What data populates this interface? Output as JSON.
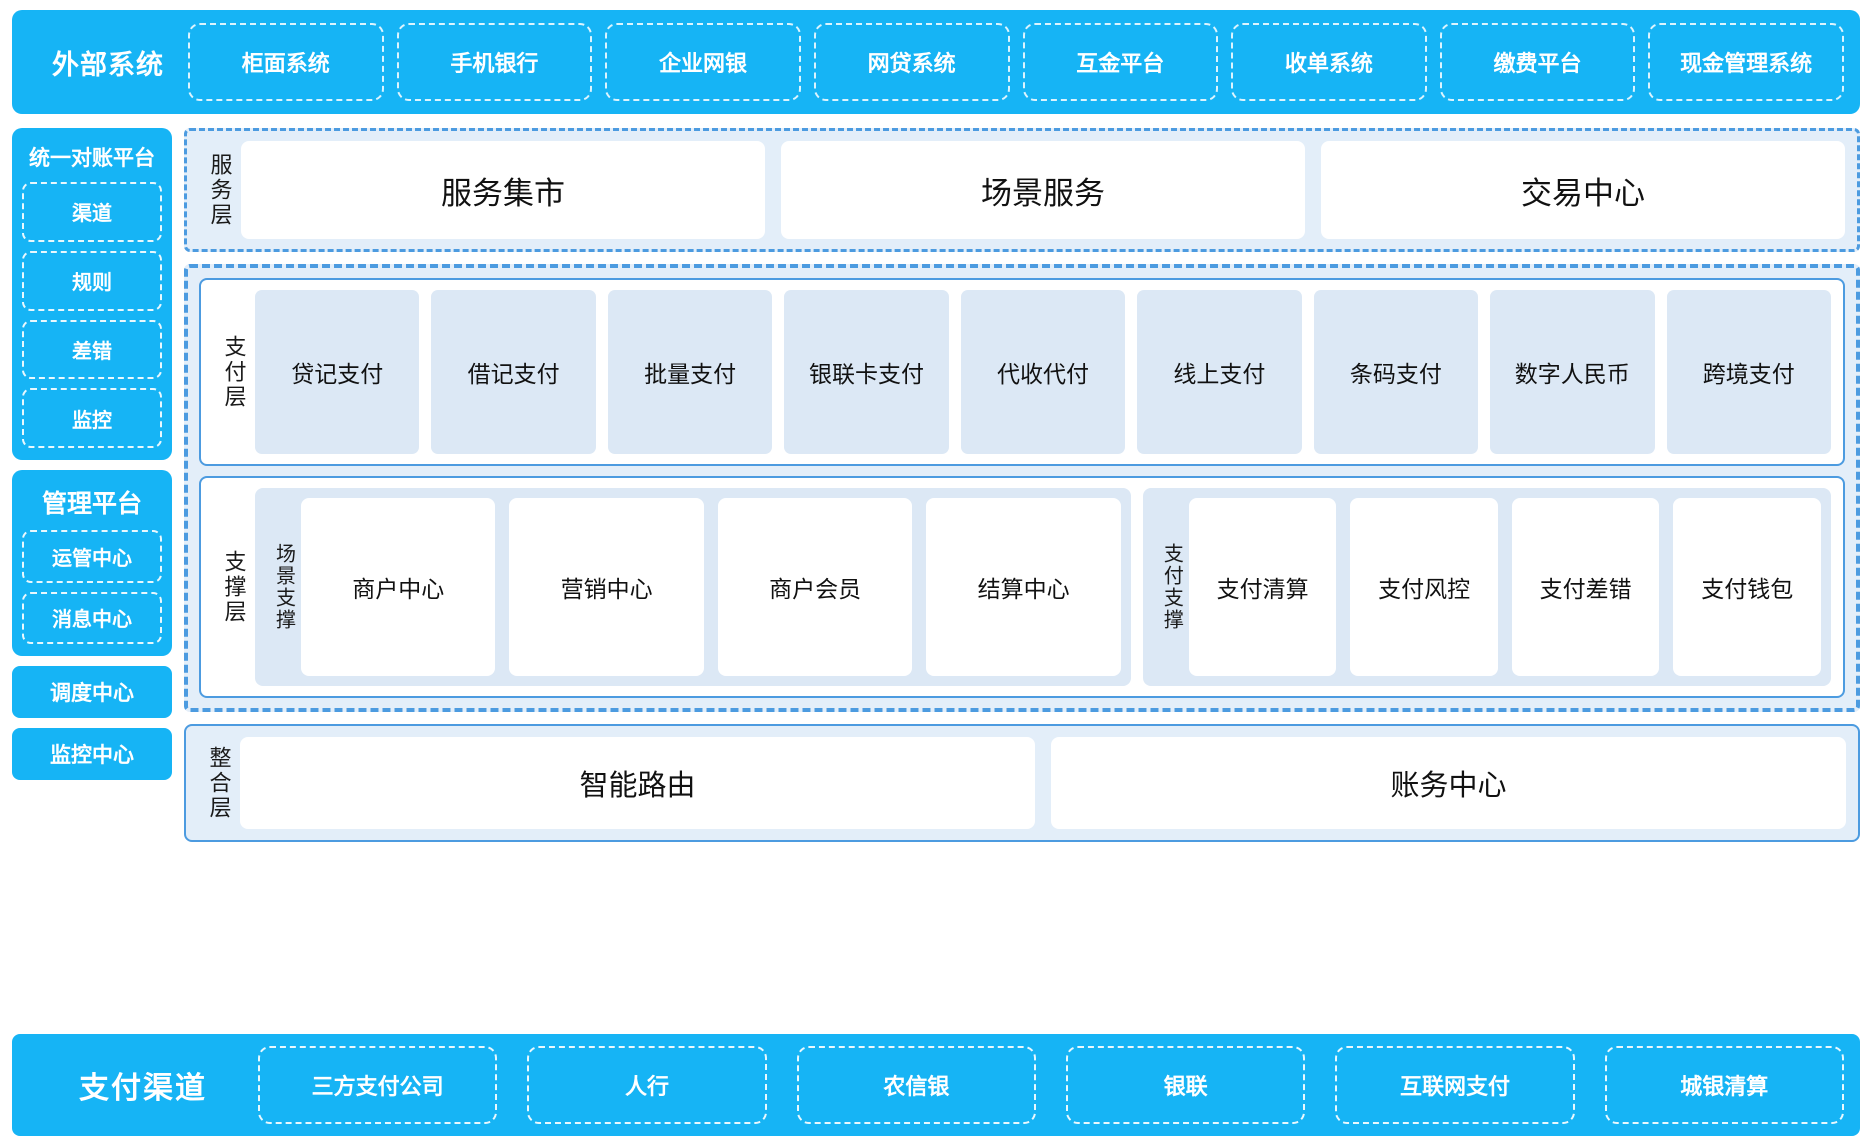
{
  "external": {
    "title": "外部系统",
    "items": [
      "柜面系统",
      "手机银行",
      "企业网银",
      "网贷系统",
      "互金平台",
      "收单系统",
      "缴费平台",
      "现金管理系统"
    ]
  },
  "reconciliation": {
    "title": "统一对账平台",
    "items": [
      "渠道",
      "规则",
      "差错",
      "监控"
    ]
  },
  "management": {
    "title": "管理平台",
    "items": [
      "运管中心",
      "消息中心"
    ]
  },
  "standalone": {
    "items": [
      "调度中心",
      "监控中心"
    ]
  },
  "service_layer": {
    "label": "服务层",
    "items": [
      "服务集市",
      "场景服务",
      "交易中心"
    ]
  },
  "payment_layer": {
    "label": "支付层",
    "items": [
      "贷记支付",
      "借记支付",
      "批量支付",
      "银联卡支付",
      "代收代付",
      "线上支付",
      "条码支付",
      "数字人民币",
      "跨境支付"
    ]
  },
  "support_layer": {
    "label": "支撑层",
    "scene": {
      "label": "场景支撑",
      "items": [
        "商户中心",
        "营销中心",
        "商户会员",
        "结算中心"
      ]
    },
    "payment_support": {
      "label": "支付支撑",
      "items": [
        "支付清算",
        "支付风控",
        "支付差错",
        "支付钱包"
      ]
    }
  },
  "integration_layer": {
    "label": "整合层",
    "items": [
      "智能路由",
      "账务中心"
    ]
  },
  "channels": {
    "title": "支付渠道",
    "items": [
      "三方支付公司",
      "人行",
      "农信银",
      "银联",
      "互联网支付",
      "城银清算"
    ]
  },
  "colors": {
    "brand_blue": "#16B4F5",
    "dashed_blue": "#4C9BE0",
    "panel_bg": "#E3EEF9",
    "tile_bg": "#DCE8F5"
  }
}
